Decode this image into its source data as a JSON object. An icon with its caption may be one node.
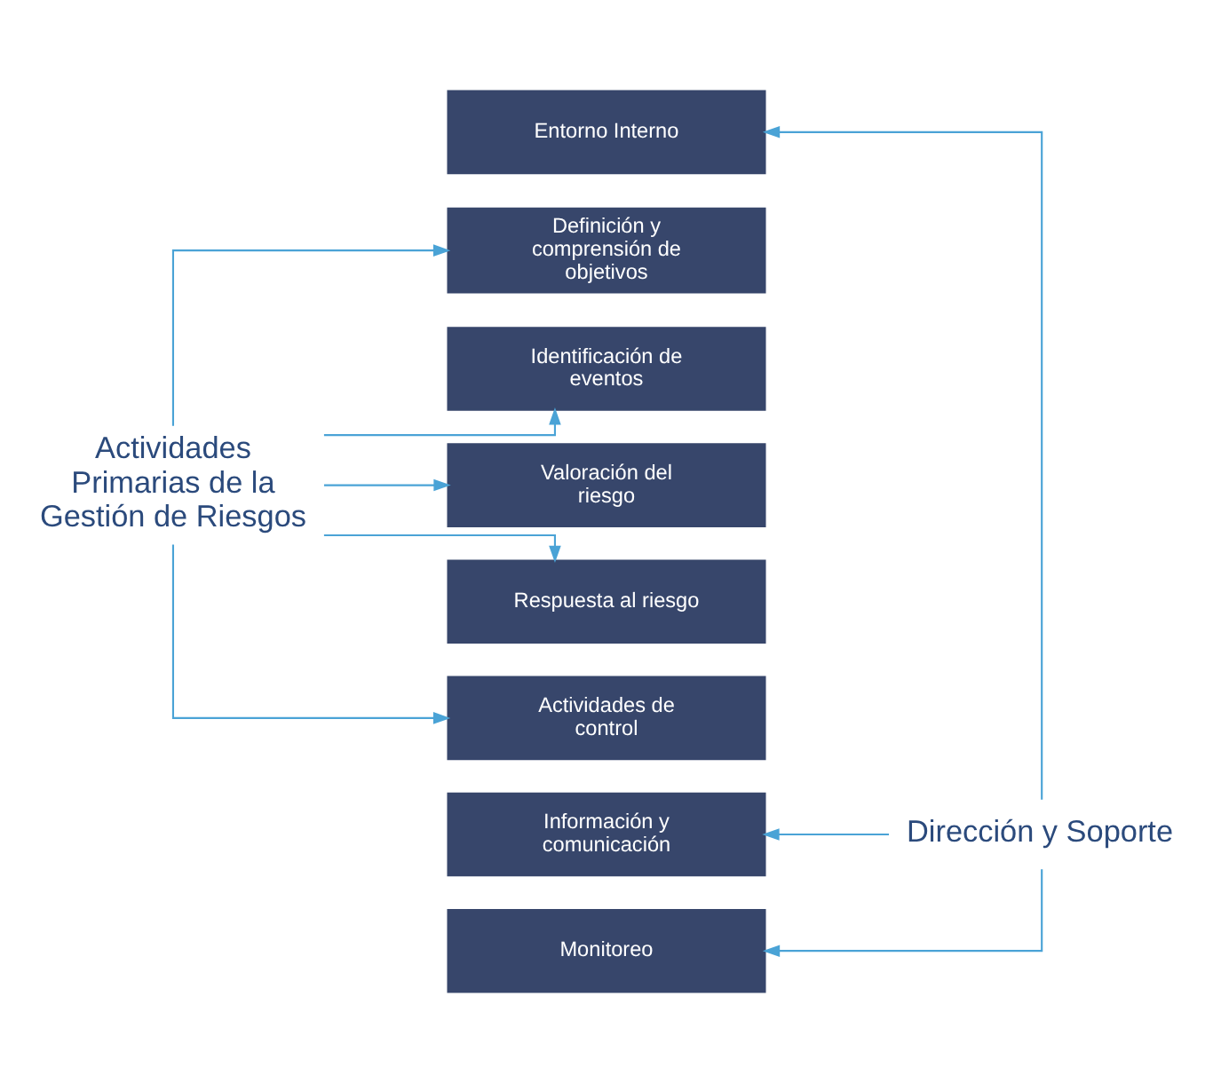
{
  "diagram": {
    "nodes": [
      {
        "text": [
          "Entorno Interno"
        ]
      },
      {
        "text": [
          "Definición y comprensión de objetivos"
        ]
      },
      {
        "text": [
          "Identificación de eventos"
        ]
      },
      {
        "text": [
          "Valoración del riesgo"
        ]
      },
      {
        "text": [
          "Respuesta al riesgo"
        ]
      },
      {
        "text": [
          "Actividades de control"
        ]
      },
      {
        "text": [
          "Información y comunicación"
        ]
      },
      {
        "text": [
          "Monitoreo"
        ]
      },
      {
        "text": [
          "Actividades Primarias de la Gestión de Riesgos"
        ]
      },
      {
        "text": [
          "Dirección y Soporte"
        ]
      }
    ],
    "edges": [
      {
        "from": 8,
        "to": 1,
        "arrow": "to"
      },
      {
        "from": 8,
        "to": 2,
        "arrow": "to"
      },
      {
        "from": 8,
        "to": 3,
        "arrow": "to"
      },
      {
        "from": 8,
        "to": 4,
        "arrow": "to"
      },
      {
        "from": 8,
        "to": 5,
        "arrow": "to"
      },
      {
        "from": 9,
        "to": 0,
        "arrow": "to"
      },
      {
        "from": 9,
        "to": 6,
        "arrow": "to"
      },
      {
        "from": 9,
        "to": 7,
        "arrow": "to"
      }
    ]
  }
}
